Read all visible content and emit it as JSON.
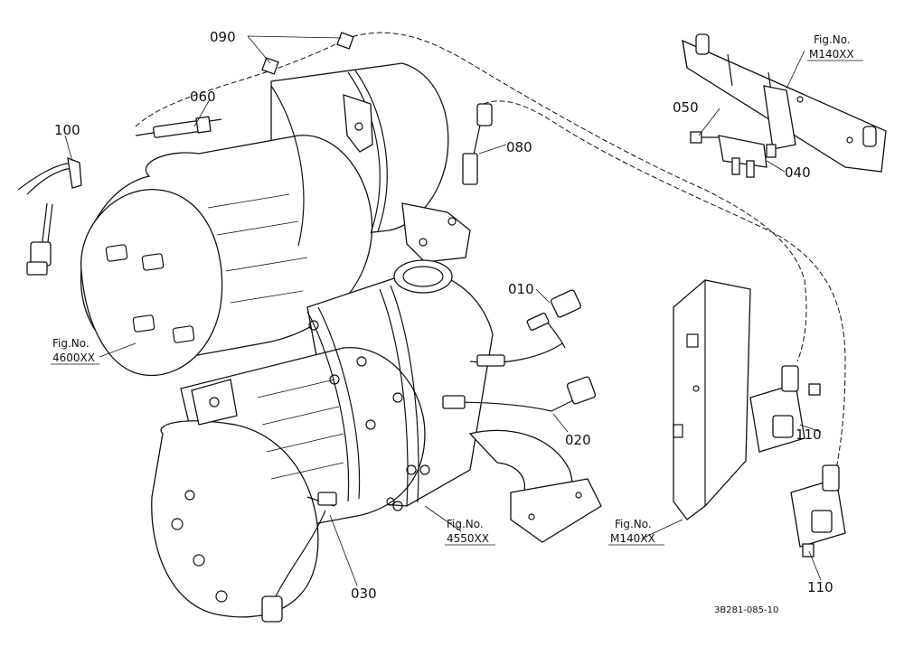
{
  "callouts": {
    "c010": "010",
    "c020": "020",
    "c030": "030",
    "c040": "040",
    "c050": "050",
    "c060": "060",
    "c080": "080",
    "c090": "090",
    "c100": "100",
    "c110a": "110",
    "c110b": "110"
  },
  "figrefs": {
    "fig_top_right": {
      "title": "Fig.No.",
      "number": "M140XX"
    },
    "fig_left": {
      "title": "Fig.No.",
      "number": "4600XX"
    },
    "fig_center": {
      "title": "Fig.No.",
      "number": "4550XX"
    },
    "fig_bottom_right": {
      "title": "Fig.No.",
      "number": "M140XX"
    }
  },
  "drawing_id": "3B281-085-10"
}
